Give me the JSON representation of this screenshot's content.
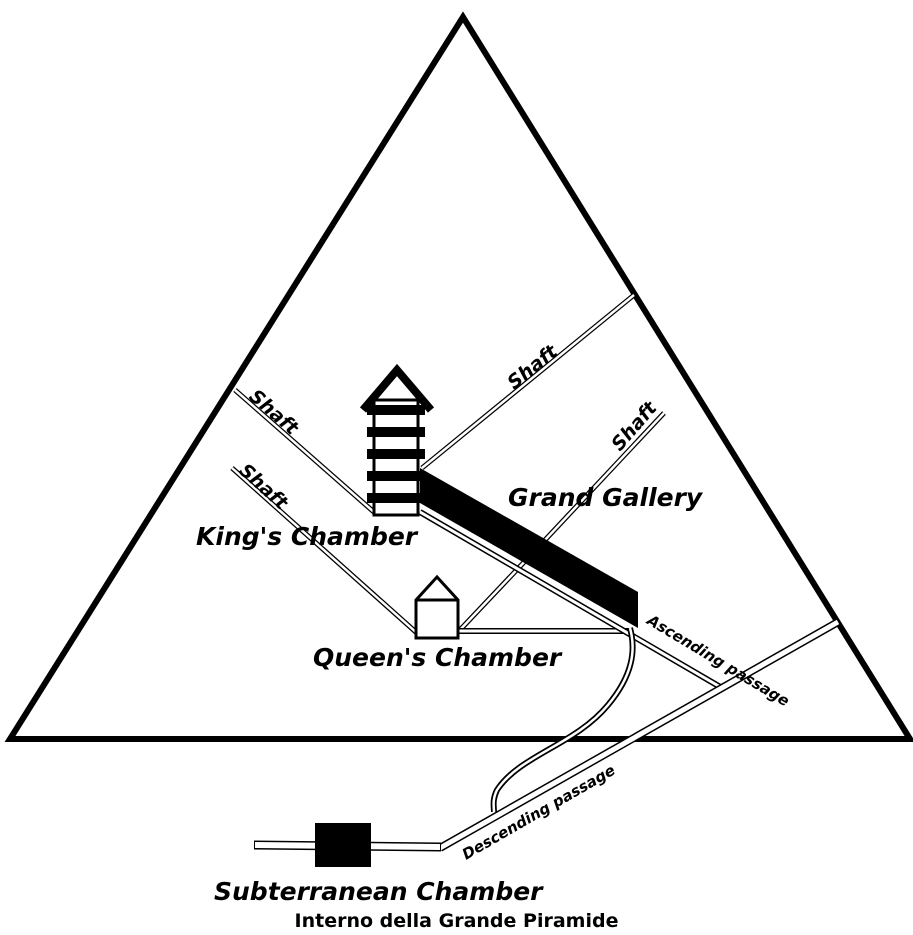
{
  "diagram": {
    "caption": "Interno della Grande Piramide",
    "labels": {
      "kings_chamber": "King's Chamber",
      "queens_chamber": "Queen's Chamber",
      "grand_gallery": "Grand Gallery",
      "subterranean_chamber": "Subterranean Chamber",
      "ascending_passage": "Ascending passage",
      "descending_passage": "Descending passage",
      "shaft_king_north": "Shaft",
      "shaft_king_south": "Shaft",
      "shaft_queen_north": "Shaft",
      "shaft_queen_south": "Shaft"
    }
  }
}
